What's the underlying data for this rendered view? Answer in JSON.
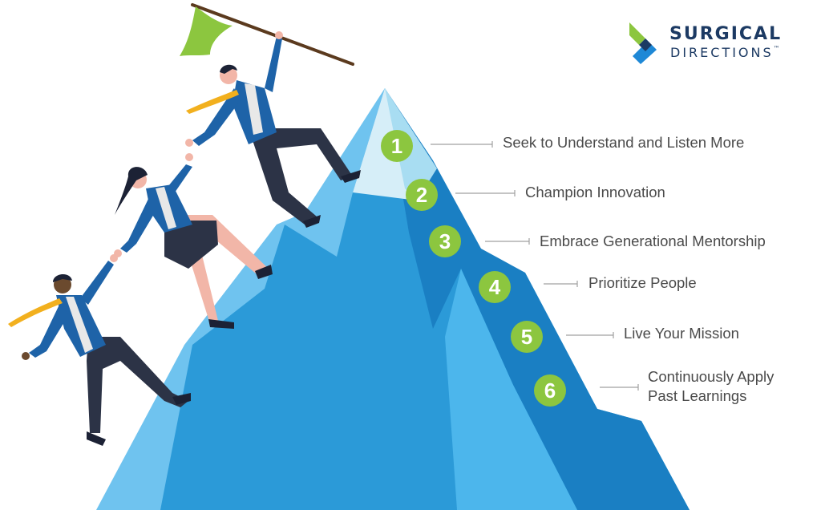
{
  "logo": {
    "line1": "SURGICAL",
    "line2": "DIRECTIONS",
    "trademark": "™",
    "colors": {
      "green": "#8cc63f",
      "blue": "#1e88d6",
      "navy": "#1c3a63"
    }
  },
  "steps": [
    {
      "number": "1",
      "label": "Seek to Understand and Listen More"
    },
    {
      "number": "2",
      "label": "Champion Innovation"
    },
    {
      "number": "3",
      "label": "Embrace Generational Mentorship"
    },
    {
      "number": "4",
      "label": "Prioritize People"
    },
    {
      "number": "5",
      "label": "Live Your Mission"
    },
    {
      "number": "6",
      "label": "Continuously Apply\nPast Learnings"
    }
  ],
  "colors": {
    "badge_green": "#8cc63f",
    "mountain_light": "#6fc3ef",
    "mountain_mid": "#2b9ad8",
    "mountain_dark": "#1a7fc3",
    "snow": "#d6eef8",
    "suit_blue": "#1e63a8",
    "pants_navy": "#2c3346",
    "tie_yellow": "#f2b01e",
    "skin": "#f2b6a8",
    "flag_green": "#8cc63f",
    "connector_gray": "#a0a0a0",
    "label_gray": "#4a4a4a"
  },
  "icons": [
    "mountain-illustration",
    "climbers-illustration",
    "flag-icon",
    "logo-mark-icon"
  ]
}
